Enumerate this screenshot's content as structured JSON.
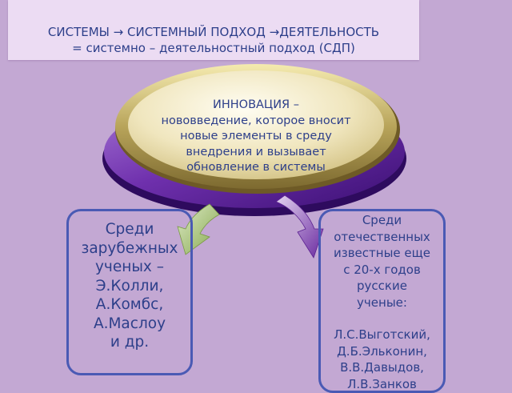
{
  "title": {
    "line1": "СИСТЕМЫ → СИСТЕМНЫЙ ПОДХОД →ДЕЯТЕЛЬНОСТЬ",
    "line2": "= системно – деятельностный подход (СДП)"
  },
  "center": {
    "lines": [
      "ИННОВАЦИЯ –",
      "нововведение, которое вносит",
      "новые элементы в среду",
      "внедрения и вызывает",
      "обновление в системы"
    ]
  },
  "left_box": {
    "lines": [
      "Среди",
      "зарубежных",
      "ученых –",
      "Э.Колли,",
      "А.Комбс,",
      "А.Маслоу",
      "и др."
    ]
  },
  "right_box": {
    "lines": [
      "Среди",
      "отечественных",
      "известные еще",
      "с 20-х годов",
      "русские",
      "ученые:"
    ],
    "names": [
      "Л.С.Выготский,",
      "Д.Б.Эльконин,",
      "В.В.Давыдов,",
      "Л.В.Занков"
    ]
  },
  "colors": {
    "background": "#c3a8d3",
    "title_box": "#ecdcf3",
    "text": "#2d3f8a",
    "box_border": "#4a5ab4",
    "ring": "#6a2aa0",
    "oval": "#d8c878",
    "arrow_left": "#9fbf6a",
    "arrow_right": "#7a3bb0"
  }
}
